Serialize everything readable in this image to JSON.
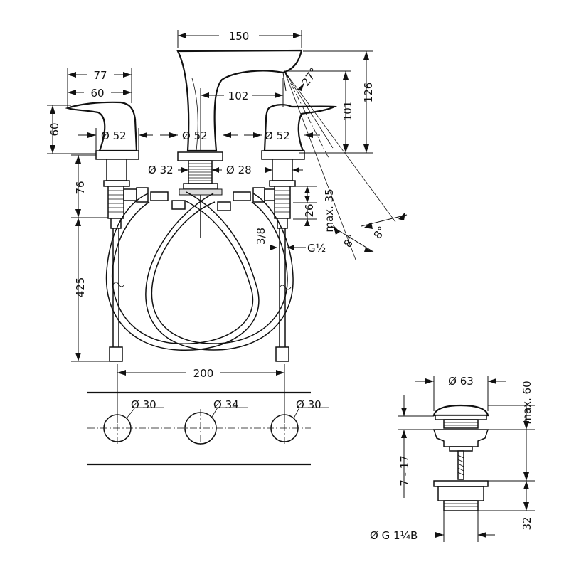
{
  "faucet": {
    "dim_spout_length": "150",
    "dim_handle_total": "77",
    "dim_handle_60": "60",
    "dim_handle_height": "60",
    "dim_spout_offset": "102",
    "dim_angle_27": "27°",
    "dim_height_126": "126",
    "dim_height_101": "101",
    "dim_left_base": "Ø 52",
    "dim_spout_base": "Ø 52",
    "dim_right_base": "Ø 52",
    "dim_shank_32": "Ø 32",
    "dim_shank_28": "Ø 28",
    "dim_76": "76",
    "dim_26": "26",
    "dim_max35": "max. 35",
    "dim_thread_38": "3/8",
    "dim_thread_g12": "G½",
    "dim_angle_8a": "8°",
    "dim_angle_8b": "8°",
    "dim_hose_425": "425",
    "dim_spacing_200": "200"
  },
  "holes": {
    "left": "Ø 30",
    "center": "Ø 34",
    "right": "Ø 30"
  },
  "drain": {
    "dim_cap": "Ø 63",
    "dim_max60": "max. 60",
    "dim_range": "7 - 17",
    "dim_32": "32",
    "dim_thread": "Ø G 1¼B"
  }
}
